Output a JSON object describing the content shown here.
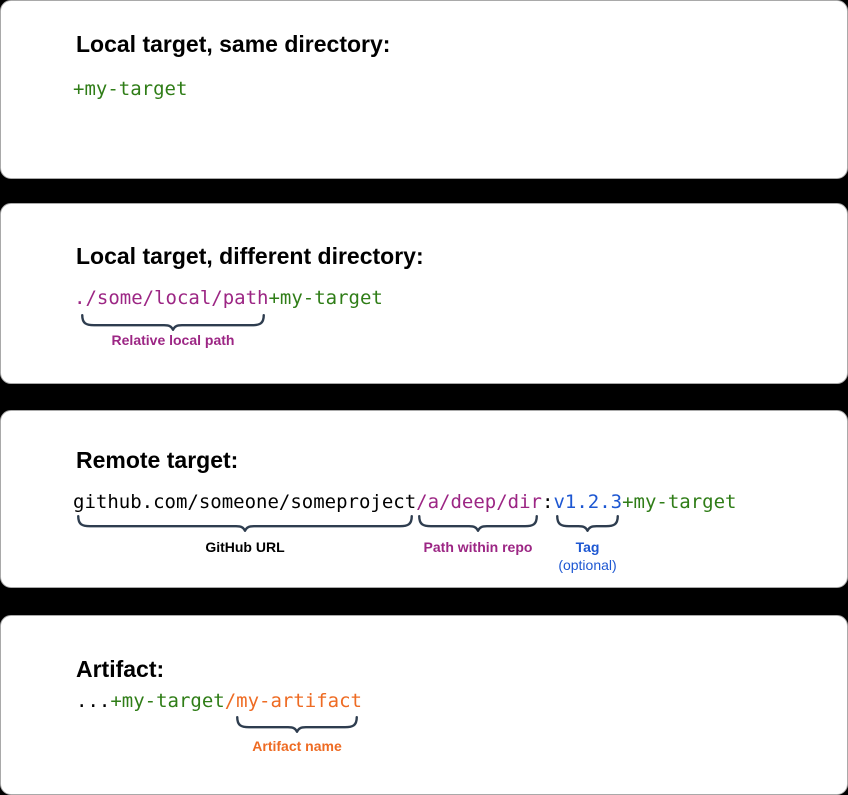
{
  "colors": {
    "black": "#000000",
    "green": "#2f7d17",
    "purple": "#9c2684",
    "blue": "#1d57d2",
    "orange": "#ee6b23",
    "brace": "#2e3d4f",
    "card_background": "#ffffff",
    "page_background": "#000000"
  },
  "cards": [
    {
      "title": "Local target, same directory:",
      "code": [
        {
          "text": "+my-target",
          "color": "green"
        }
      ],
      "annotations": []
    },
    {
      "title": "Local target, different directory:",
      "code": [
        {
          "text": "./some/local/path",
          "color": "purple"
        },
        {
          "text": "+my-target",
          "color": "green"
        }
      ],
      "annotations": [
        {
          "label": "Relative local path",
          "color": "purple"
        }
      ]
    },
    {
      "title": "Remote target:",
      "code": [
        {
          "text": "github.com/someone/someproject",
          "color": "black"
        },
        {
          "text": "/a/deep/dir",
          "color": "purple"
        },
        {
          "text": ":",
          "color": "black"
        },
        {
          "text": "v1.2.3",
          "color": "blue"
        },
        {
          "text": "+my-target",
          "color": "green"
        }
      ],
      "annotations": [
        {
          "label": "GitHub URL",
          "color": "black"
        },
        {
          "label": "Path within repo",
          "color": "purple"
        },
        {
          "label": "Tag",
          "sublabel": "(optional)",
          "color": "blue"
        }
      ]
    },
    {
      "title": "Artifact:",
      "code": [
        {
          "text": "...",
          "color": "black"
        },
        {
          "text": "+my-target",
          "color": "green"
        },
        {
          "text": "/my-artifact",
          "color": "orange"
        }
      ],
      "annotations": [
        {
          "label": "Artifact name",
          "color": "orange"
        }
      ]
    }
  ]
}
